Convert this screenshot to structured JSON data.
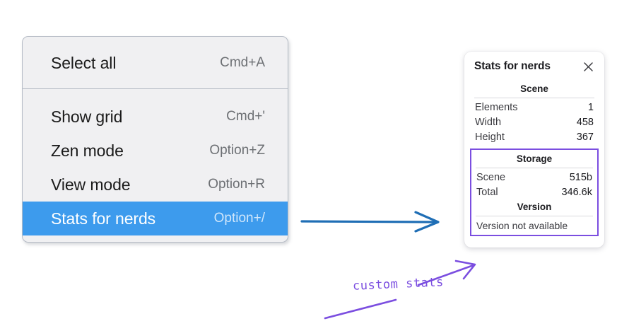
{
  "context_menu": {
    "name": "canvas-context-menu",
    "groups": [
      {
        "items": [
          {
            "label": "Select all",
            "shortcut": "Cmd+A",
            "selected": false
          }
        ]
      },
      {
        "items": [
          {
            "label": "Show grid",
            "shortcut": "Cmd+'",
            "selected": false
          },
          {
            "label": "Zen mode",
            "shortcut": "Option+Z",
            "selected": false
          },
          {
            "label": "View mode",
            "shortcut": "Option+R",
            "selected": false
          },
          {
            "label": "Stats for nerds",
            "shortcut": "Option+/",
            "selected": true
          }
        ]
      }
    ]
  },
  "stats_panel": {
    "title": "Stats for nerds",
    "close_icon": "close-icon",
    "sections": [
      {
        "heading": "Scene",
        "rows": [
          {
            "key": "Elements",
            "value": "1"
          },
          {
            "key": "Width",
            "value": "458"
          },
          {
            "key": "Height",
            "value": "367"
          }
        ]
      },
      {
        "heading": "Storage",
        "rows": [
          {
            "key": "Scene",
            "value": "515b"
          },
          {
            "key": "Total",
            "value": "346.6k"
          }
        ]
      },
      {
        "heading": "Version",
        "note": "Version not available"
      }
    ]
  },
  "annotations": {
    "custom_stats_label": "custom stats",
    "blue_arrow_color": "#1f6eb5",
    "purple_color": "#7b4ee0"
  },
  "colors": {
    "menu_background": "#f0f0f2",
    "menu_border": "#b6bcc6",
    "selected_highlight": "#3d9bed",
    "selected_text": "#ffffff",
    "shortcut_text": "#6d7074",
    "panel_background": "#ffffff",
    "highlight_box": "#7b4ee0",
    "page_background": "#ffffff"
  }
}
